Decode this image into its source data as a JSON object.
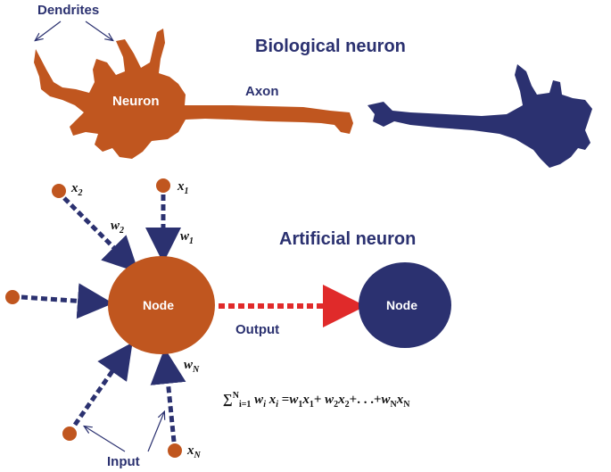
{
  "colors": {
    "bio_neuron": "#c0561f",
    "bio_axon_end": "#2b3170",
    "node_orange": "#c0561f",
    "node_blue": "#2b3170",
    "arrow_blue": "#2b3170",
    "arrow_red": "#e02a2a",
    "label_blue": "#2b3170"
  },
  "biological": {
    "title": "Biological neuron",
    "dendrites_label": "Dendrites",
    "neuron_label": "Neuron",
    "axon_label": "Axon"
  },
  "artificial": {
    "title": "Artificial neuron",
    "node_label": "Node",
    "output_node_label": "Node",
    "output_label": "Output",
    "input_label": "Input",
    "inputs": {
      "x1": {
        "var": "x",
        "sub": "1"
      },
      "x2": {
        "var": "x",
        "sub": "2"
      },
      "xN": {
        "var": "x",
        "sub": "N"
      }
    },
    "weights": {
      "w1": {
        "var": "w",
        "sub": "1"
      },
      "w2": {
        "var": "w",
        "sub": "2"
      },
      "wN": {
        "var": "w",
        "sub": "N"
      }
    },
    "formula": {
      "sum": "∑",
      "upper": "N",
      "lower": "i=1",
      "term": "w",
      "term_sub": "i",
      "term_x": "x",
      "term_x_sub": "i",
      "equals": " =",
      "w1": "w",
      "w1_sub": "1",
      "x1": "x",
      "x1_sub": "1",
      "plus1": "+ ",
      "w2": "w",
      "w2_sub": "2",
      "x2": "x",
      "x2_sub": "2",
      "dots": "+. . .+",
      "wN": "w",
      "wN_sub": "N",
      "xN": "x",
      "xN_sub": "N"
    }
  }
}
